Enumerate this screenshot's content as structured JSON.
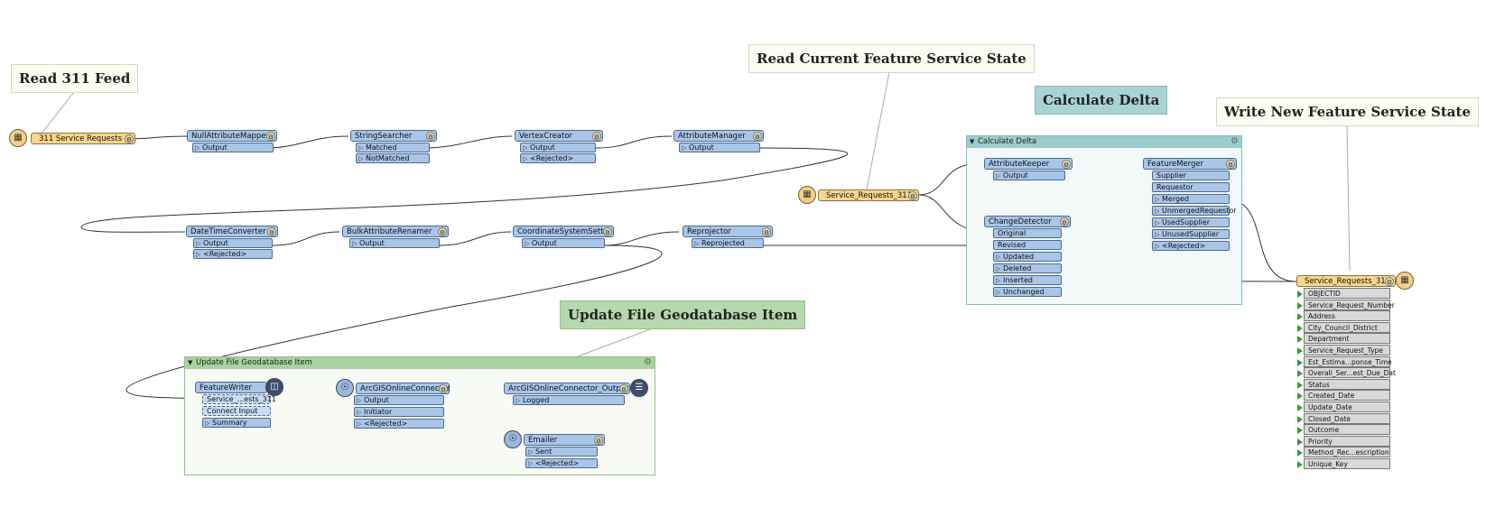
{
  "annotations": {
    "read_feed": "Read 311 Feed",
    "read_state": "Read Current Feature Service State",
    "calc_delta": "Calculate Delta",
    "write_state": "Write New Feature Service State",
    "update_gdb": "Update File Geodatabase Item"
  },
  "bookmarks": {
    "calc_delta": "Calculate Delta",
    "update_gdb": "Update File Geodatabase Item"
  },
  "reader1": {
    "label": "311 Service Requests"
  },
  "reader2": {
    "label": "Service_Requests_311"
  },
  "transformers": {
    "null_mapper": {
      "name": "NullAttributeMapper",
      "ports": [
        "Output"
      ]
    },
    "string_searcher": {
      "name": "StringSearcher",
      "ports": [
        "Matched",
        "NotMatched"
      ]
    },
    "vertex_creator": {
      "name": "VertexCreator",
      "ports": [
        "Output",
        "<Rejected>"
      ]
    },
    "attr_manager": {
      "name": "AttributeManager",
      "ports": [
        "Output"
      ]
    },
    "datetime_converter": {
      "name": "DateTimeConverter",
      "ports": [
        "Output",
        "<Rejected>"
      ]
    },
    "bulk_renamer": {
      "name": "BulkAttributeRenamer",
      "ports": [
        "Output"
      ]
    },
    "coord_setter": {
      "name": "CoordinateSystemSetter",
      "ports": [
        "Output"
      ]
    },
    "reprojector": {
      "name": "Reprojector",
      "ports": [
        "Reprojected"
      ]
    },
    "attr_keeper": {
      "name": "AttributeKeeper",
      "ports": [
        "Output"
      ]
    },
    "change_detector": {
      "name": "ChangeDetector",
      "inputs": [
        "Original",
        "Revised"
      ],
      "ports": [
        "Updated",
        "Deleted",
        "Inserted",
        "Unchanged"
      ]
    },
    "feature_merger": {
      "name": "FeatureMerger",
      "inputs": [
        "Supplier",
        "Requestor"
      ],
      "ports": [
        "Merged",
        "UnmergedRequestor",
        "UsedSupplier",
        "UnusedSupplier",
        "<Rejected>"
      ]
    },
    "feature_writer": {
      "name": "FeatureWriter",
      "inputs": [
        "Service_...ests_311",
        "Connect Input"
      ],
      "ports": [
        "Summary"
      ]
    },
    "agol_connector": {
      "name": "ArcGISOnlineConnector",
      "ports": [
        "Output",
        "Initiator",
        "<Rejected>"
      ]
    },
    "agol_output": {
      "name": "ArcGISOnlineConnector_Output",
      "ports": [
        "Logged"
      ]
    },
    "emailer": {
      "name": "Emailer",
      "ports": [
        "Sent",
        "<Rejected>"
      ]
    }
  },
  "writer": {
    "label": "Service_Requests_311",
    "attributes": [
      "OBJECTID",
      "Service_Request_Number",
      "Address",
      "City_Council_District",
      "Department",
      "Service_Request_Type",
      "Est_Estima...ponse_Time",
      "Overall_Ser...est_Due_Dat",
      "Status",
      "Created_Date",
      "Update_Date",
      "Closed_Date",
      "Outcome",
      "Priority",
      "Method_Rec...escription",
      "Unique_Key"
    ]
  },
  "colors": {
    "transformer": "#a9c6e8",
    "reader_writer": "#f7d58c",
    "bookmark_teal": "#9ccccc",
    "bookmark_green": "#a8d29f",
    "wire": "#333333"
  },
  "icons": {
    "reader": "table-icon",
    "writer": "table-icon",
    "gear": "gear-icon",
    "connector": "globe-icon",
    "database": "database-icon",
    "list": "list-icon"
  }
}
